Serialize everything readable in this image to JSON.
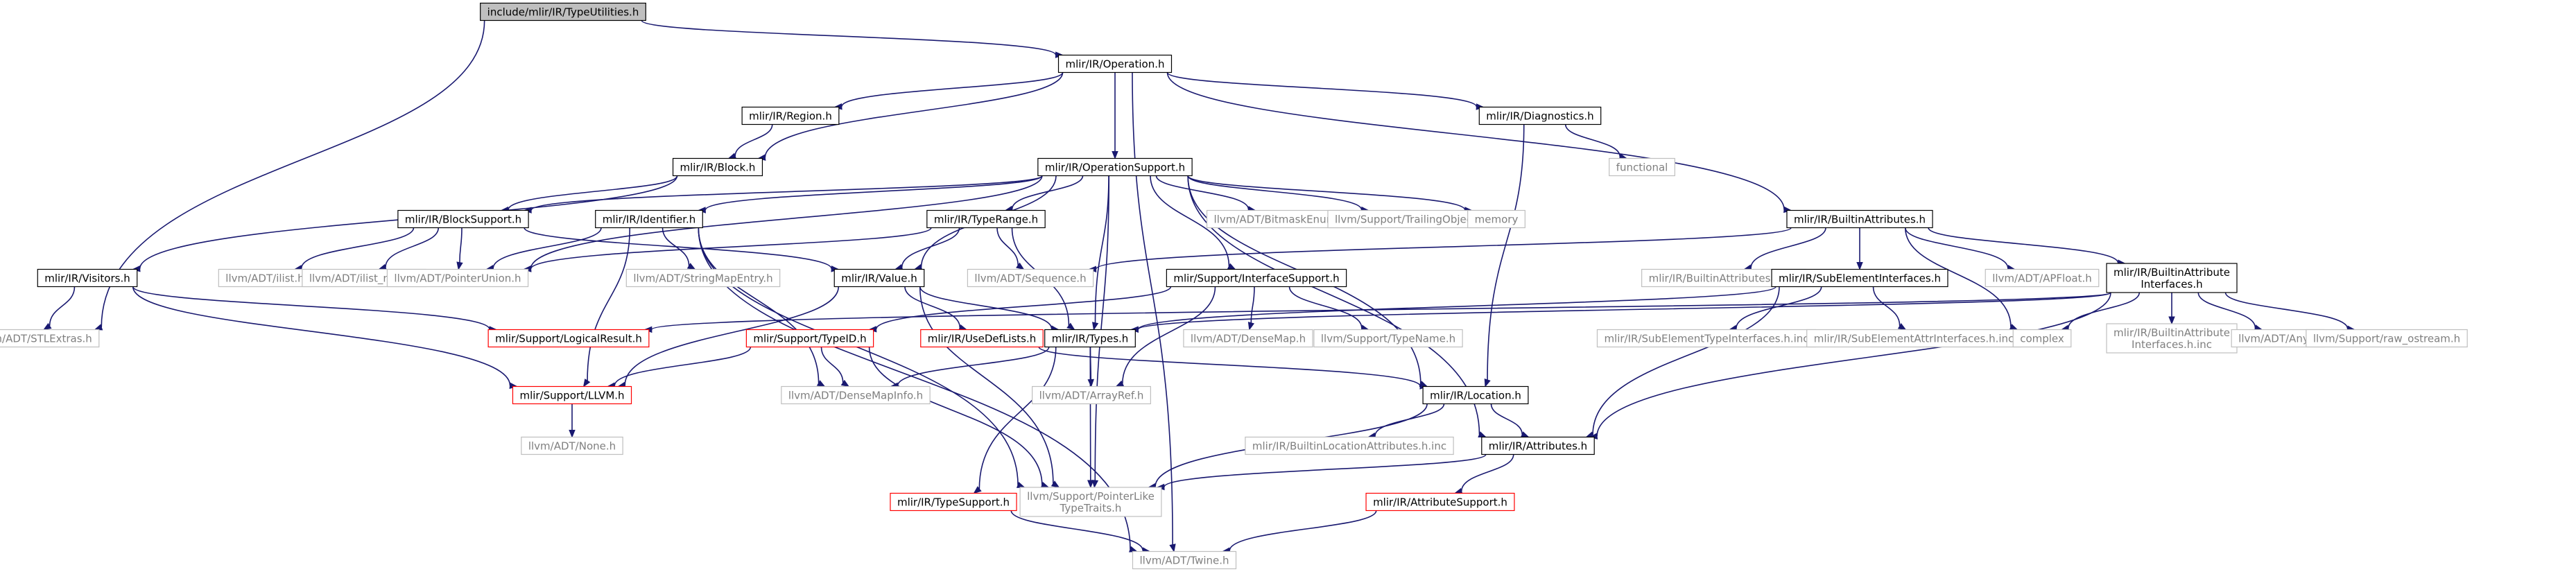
{
  "graph": {
    "colors": {
      "edge": "#191970",
      "root_fill": "#bfbfbf",
      "node_border": "#000000",
      "missing_border": "#bfbfbf",
      "missing_text": "#7f7f7f",
      "error_border": "#ff0000"
    },
    "nodes": [
      {
        "id": "TypeUtilities",
        "lines": [
          "include/mlir/IR/TypeUtilities.h"
        ],
        "kind": "root"
      },
      {
        "id": "Operation",
        "lines": [
          "mlir/IR/Operation.h"
        ],
        "kind": "normal"
      },
      {
        "id": "STLExtras",
        "lines": [
          "llvm/ADT/STLExtras.h"
        ],
        "kind": "missing"
      },
      {
        "id": "Region",
        "lines": [
          "mlir/IR/Region.h"
        ],
        "kind": "normal"
      },
      {
        "id": "Diagnostics",
        "lines": [
          "mlir/IR/Diagnostics.h"
        ],
        "kind": "normal"
      },
      {
        "id": "Block",
        "lines": [
          "mlir/IR/Block.h"
        ],
        "kind": "normal"
      },
      {
        "id": "functional",
        "lines": [
          "functional"
        ],
        "kind": "missing"
      },
      {
        "id": "OperationSupport",
        "lines": [
          "mlir/IR/OperationSupport.h"
        ],
        "kind": "normal"
      },
      {
        "id": "BlockSupport",
        "lines": [
          "mlir/IR/BlockSupport.h"
        ],
        "kind": "normal"
      },
      {
        "id": "Identifier",
        "lines": [
          "mlir/IR/Identifier.h"
        ],
        "kind": "normal"
      },
      {
        "id": "TypeRange",
        "lines": [
          "mlir/IR/TypeRange.h"
        ],
        "kind": "normal"
      },
      {
        "id": "BitmaskEnum",
        "lines": [
          "llvm/ADT/BitmaskEnum.h"
        ],
        "kind": "missing"
      },
      {
        "id": "TrailingObjects",
        "lines": [
          "llvm/Support/TrailingObjects.h"
        ],
        "kind": "missing"
      },
      {
        "id": "memory",
        "lines": [
          "memory"
        ],
        "kind": "missing"
      },
      {
        "id": "BuiltinAttributes",
        "lines": [
          "mlir/IR/BuiltinAttributes.h"
        ],
        "kind": "normal"
      },
      {
        "id": "Visitors",
        "lines": [
          "mlir/IR/Visitors.h"
        ],
        "kind": "normal"
      },
      {
        "id": "ilist",
        "lines": [
          "llvm/ADT/ilist.h"
        ],
        "kind": "missing"
      },
      {
        "id": "ilist_node",
        "lines": [
          "llvm/ADT/ilist_node.h"
        ],
        "kind": "missing"
      },
      {
        "id": "PointerUnion",
        "lines": [
          "llvm/ADT/PointerUnion.h"
        ],
        "kind": "missing"
      },
      {
        "id": "StringMapEntry",
        "lines": [
          "llvm/ADT/StringMapEntry.h"
        ],
        "kind": "missing"
      },
      {
        "id": "Value",
        "lines": [
          "mlir/IR/Value.h"
        ],
        "kind": "normal"
      },
      {
        "id": "Sequence",
        "lines": [
          "llvm/ADT/Sequence.h"
        ],
        "kind": "missing"
      },
      {
        "id": "InterfaceSupport",
        "lines": [
          "mlir/Support/InterfaceSupport.h"
        ],
        "kind": "normal"
      },
      {
        "id": "BuiltinAttributesInc",
        "lines": [
          "mlir/IR/BuiltinAttributes.h.inc"
        ],
        "kind": "missing"
      },
      {
        "id": "SubElementInterfaces",
        "lines": [
          "mlir/IR/SubElementInterfaces.h"
        ],
        "kind": "normal"
      },
      {
        "id": "APFloat",
        "lines": [
          "llvm/ADT/APFloat.h"
        ],
        "kind": "missing"
      },
      {
        "id": "BuiltinAttributeInterfaces",
        "lines": [
          "mlir/IR/BuiltinAttribute",
          "Interfaces.h"
        ],
        "kind": "normal"
      },
      {
        "id": "LogicalResult",
        "lines": [
          "mlir/Support/LogicalResult.h"
        ],
        "kind": "error"
      },
      {
        "id": "TypeID",
        "lines": [
          "mlir/Support/TypeID.h"
        ],
        "kind": "error"
      },
      {
        "id": "UseDefLists",
        "lines": [
          "mlir/IR/UseDefLists.h"
        ],
        "kind": "error"
      },
      {
        "id": "Types",
        "lines": [
          "mlir/IR/Types.h"
        ],
        "kind": "normal"
      },
      {
        "id": "DenseMap",
        "lines": [
          "llvm/ADT/DenseMap.h"
        ],
        "kind": "missing"
      },
      {
        "id": "TypeName",
        "lines": [
          "llvm/Support/TypeName.h"
        ],
        "kind": "missing"
      },
      {
        "id": "SubElementTypeInterfacesInc",
        "lines": [
          "mlir/IR/SubElementTypeInterfaces.h.inc"
        ],
        "kind": "missing"
      },
      {
        "id": "SubElementAttrInterfacesInc",
        "lines": [
          "mlir/IR/SubElementAttrInterfaces.h.inc"
        ],
        "kind": "missing"
      },
      {
        "id": "complex",
        "lines": [
          "complex"
        ],
        "kind": "missing"
      },
      {
        "id": "BuiltinAttributeInterfacesInc",
        "lines": [
          "mlir/IR/BuiltinAttribute",
          "Interfaces.h.inc"
        ],
        "kind": "missing"
      },
      {
        "id": "Any",
        "lines": [
          "llvm/ADT/Any.h"
        ],
        "kind": "missing"
      },
      {
        "id": "raw_ostream",
        "lines": [
          "llvm/Support/raw_ostream.h"
        ],
        "kind": "missing"
      },
      {
        "id": "LLVM",
        "lines": [
          "mlir/Support/LLVM.h"
        ],
        "kind": "error"
      },
      {
        "id": "DenseMapInfo",
        "lines": [
          "llvm/ADT/DenseMapInfo.h"
        ],
        "kind": "missing"
      },
      {
        "id": "ArrayRef",
        "lines": [
          "llvm/ADT/ArrayRef.h"
        ],
        "kind": "missing"
      },
      {
        "id": "Location",
        "lines": [
          "mlir/IR/Location.h"
        ],
        "kind": "normal"
      },
      {
        "id": "None",
        "lines": [
          "llvm/ADT/None.h"
        ],
        "kind": "missing"
      },
      {
        "id": "BuiltinLocationAttributesInc",
        "lines": [
          "mlir/IR/BuiltinLocationAttributes.h.inc"
        ],
        "kind": "missing"
      },
      {
        "id": "Attributes",
        "lines": [
          "mlir/IR/Attributes.h"
        ],
        "kind": "normal"
      },
      {
        "id": "TypeSupport",
        "lines": [
          "mlir/IR/TypeSupport.h"
        ],
        "kind": "error"
      },
      {
        "id": "PointerLikeTypeTraits",
        "lines": [
          "llvm/Support/PointerLike",
          "TypeTraits.h"
        ],
        "kind": "missing"
      },
      {
        "id": "AttributeSupport",
        "lines": [
          "mlir/IR/AttributeSupport.h"
        ],
        "kind": "error"
      },
      {
        "id": "Twine",
        "lines": [
          "llvm/ADT/Twine.h"
        ],
        "kind": "missing"
      }
    ],
    "edges": [
      [
        "TypeUtilities",
        "Operation"
      ],
      [
        "TypeUtilities",
        "STLExtras"
      ],
      [
        "Operation",
        "Region"
      ],
      [
        "Operation",
        "Block"
      ],
      [
        "Operation",
        "Diagnostics"
      ],
      [
        "Operation",
        "OperationSupport"
      ],
      [
        "Operation",
        "BuiltinAttributes"
      ],
      [
        "Operation",
        "Twine"
      ],
      [
        "Region",
        "Block"
      ],
      [
        "Block",
        "BlockSupport"
      ],
      [
        "Block",
        "Visitors"
      ],
      [
        "Diagnostics",
        "functional"
      ],
      [
        "Diagnostics",
        "Location"
      ],
      [
        "OperationSupport",
        "BlockSupport"
      ],
      [
        "OperationSupport",
        "Identifier"
      ],
      [
        "OperationSupport",
        "TypeRange"
      ],
      [
        "OperationSupport",
        "BitmaskEnum"
      ],
      [
        "OperationSupport",
        "TrailingObjects"
      ],
      [
        "OperationSupport",
        "memory"
      ],
      [
        "OperationSupport",
        "InterfaceSupport"
      ],
      [
        "OperationSupport",
        "Value"
      ],
      [
        "OperationSupport",
        "Types"
      ],
      [
        "OperationSupport",
        "Location"
      ],
      [
        "OperationSupport",
        "Attributes"
      ],
      [
        "OperationSupport",
        "PointerUnion"
      ],
      [
        "OperationSupport",
        "PointerLikeTypeTraits"
      ],
      [
        "BlockSupport",
        "ilist"
      ],
      [
        "BlockSupport",
        "ilist_node"
      ],
      [
        "BlockSupport",
        "PointerUnion"
      ],
      [
        "BlockSupport",
        "Value"
      ],
      [
        "Identifier",
        "PointerUnion"
      ],
      [
        "Identifier",
        "StringMapEntry"
      ],
      [
        "Identifier",
        "LLVM"
      ],
      [
        "Identifier",
        "DenseMapInfo"
      ],
      [
        "Identifier",
        "PointerLikeTypeTraits"
      ],
      [
        "Identifier",
        "Twine"
      ],
      [
        "TypeRange",
        "PointerUnion"
      ],
      [
        "TypeRange",
        "Sequence"
      ],
      [
        "TypeRange",
        "Value"
      ],
      [
        "TypeRange",
        "Types"
      ],
      [
        "Visitors",
        "STLExtras"
      ],
      [
        "Visitors",
        "LogicalResult"
      ],
      [
        "Visitors",
        "LLVM"
      ],
      [
        "Value",
        "UseDefLists"
      ],
      [
        "Value",
        "Types"
      ],
      [
        "Value",
        "LLVM"
      ],
      [
        "Value",
        "PointerLikeTypeTraits"
      ],
      [
        "InterfaceSupport",
        "TypeID"
      ],
      [
        "InterfaceSupport",
        "DenseMap"
      ],
      [
        "InterfaceSupport",
        "TypeName"
      ],
      [
        "InterfaceSupport",
        "ArrayRef"
      ],
      [
        "BuiltinAttributes",
        "Sequence"
      ],
      [
        "BuiltinAttributes",
        "BuiltinAttributesInc"
      ],
      [
        "BuiltinAttributes",
        "SubElementInterfaces"
      ],
      [
        "BuiltinAttributes",
        "APFloat"
      ],
      [
        "BuiltinAttributes",
        "BuiltinAttributeInterfaces"
      ],
      [
        "BuiltinAttributes",
        "complex"
      ],
      [
        "SubElementInterfaces",
        "Types"
      ],
      [
        "SubElementInterfaces",
        "SubElementTypeInterfacesInc"
      ],
      [
        "SubElementInterfaces",
        "SubElementAttrInterfacesInc"
      ],
      [
        "SubElementInterfaces",
        "Attributes"
      ],
      [
        "BuiltinAttributeInterfaces",
        "LogicalResult"
      ],
      [
        "BuiltinAttributeInterfaces",
        "Types"
      ],
      [
        "BuiltinAttributeInterfaces",
        "complex"
      ],
      [
        "BuiltinAttributeInterfaces",
        "BuiltinAttributeInterfacesInc"
      ],
      [
        "BuiltinAttributeInterfaces",
        "Any"
      ],
      [
        "BuiltinAttributeInterfaces",
        "raw_ostream"
      ],
      [
        "BuiltinAttributeInterfaces",
        "Attributes"
      ],
      [
        "TypeID",
        "LLVM"
      ],
      [
        "TypeID",
        "DenseMapInfo"
      ],
      [
        "TypeID",
        "PointerLikeTypeTraits"
      ],
      [
        "UseDefLists",
        "Location"
      ],
      [
        "Types",
        "DenseMapInfo"
      ],
      [
        "Types",
        "ArrayRef"
      ],
      [
        "Types",
        "TypeSupport"
      ],
      [
        "Types",
        "PointerLikeTypeTraits"
      ],
      [
        "LLVM",
        "None"
      ],
      [
        "Location",
        "BuiltinLocationAttributesInc"
      ],
      [
        "Location",
        "Attributes"
      ],
      [
        "Location",
        "PointerLikeTypeTraits"
      ],
      [
        "Attributes",
        "PointerLikeTypeTraits"
      ],
      [
        "Attributes",
        "AttributeSupport"
      ],
      [
        "TypeSupport",
        "Twine"
      ],
      [
        "AttributeSupport",
        "Twine"
      ]
    ]
  }
}
